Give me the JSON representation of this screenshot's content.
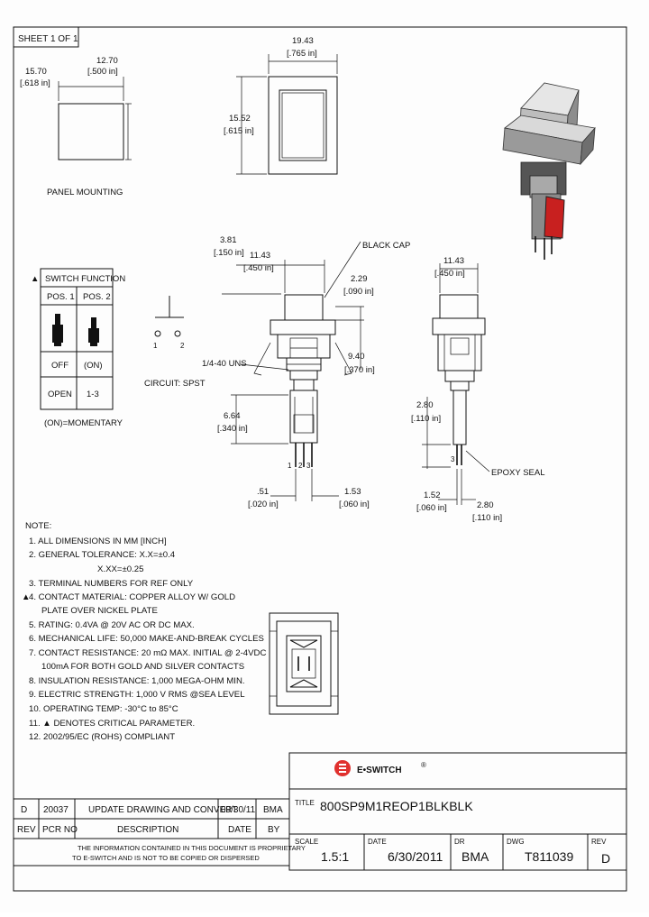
{
  "sheet_label": "SHEET 1 OF 1",
  "panel": {
    "dims": {
      "width_mm": "15.70",
      "width_in": "[.618 in]",
      "height_mm": "12.70",
      "height_in": "[.500 in]"
    },
    "label": "PANEL MOUNTING"
  },
  "top_view": {
    "width_mm": "19.43",
    "width_in": "[.765 in]",
    "height_mm": "15.52",
    "height_in": "[.615 in]"
  },
  "front_view": {
    "d1_mm": "3.81",
    "d1_in": "[.150 in]",
    "d2_mm": "11.43",
    "d2_in": "[.450 in]",
    "d3_mm": "2.29",
    "d3_in": "[.090 in]",
    "d4_mm": "9.40",
    "d4_in": "[.370 in]",
    "d5_mm": "6.64",
    "d5_in": "[.340 in]",
    "d6_mm": ".51",
    "d6_in": "[.020 in]",
    "d7_mm": "1.53",
    "d7_in": "[.060 in]",
    "black_cap": "BLACK CAP",
    "thread": "1/4-40 UNS",
    "terminals": [
      "1",
      "2",
      "3"
    ]
  },
  "side_view": {
    "d1_mm": "11.43",
    "d1_in": "[.450 in]",
    "d2_mm": "2.80",
    "d2_in": "[.110 in]",
    "d3_mm": "1.52",
    "d3_in": "[.060 in]",
    "d4_mm": "2.80",
    "d4_in": "[.110 in]",
    "epoxy": "EPOXY SEAL",
    "terminal": "3"
  },
  "switch_function": {
    "marker": "▲",
    "title": "SWITCH FUNCTION",
    "headers": [
      "POS. 1",
      "POS. 2"
    ],
    "row_state": [
      "OFF",
      "(ON)"
    ],
    "row_contacts": [
      "OPEN",
      "1-3"
    ],
    "footnote": "(ON)=MOMENTARY"
  },
  "circuit": {
    "label": "CIRCUIT: SPST",
    "t1": "1",
    "t2": "2"
  },
  "notes": {
    "title": "NOTE:",
    "items": [
      "1. ALL DIMENSIONS IN MM [INCH]",
      "2. GENERAL TOLERANCE: X.X=±0.4",
      "X.XX=±0.25",
      "3. TERMINAL NUMBERS FOR REF ONLY",
      "4. CONTACT MATERIAL: COPPER ALLOY W/ GOLD",
      "PLATE OVER NICKEL PLATE",
      "5. RATING: 0.4VA @ 20V AC OR DC MAX.",
      "6. MECHANICAL LIFE: 50,000 MAKE-AND-BREAK CYCLES",
      "7. CONTACT RESISTANCE: 20 mΩ MAX. INITIAL @ 2-4VDC",
      "100mA FOR BOTH GOLD AND SILVER CONTACTS",
      "8. INSULATION RESISTANCE: 1,000 MEGA-OHM MIN.",
      "9. ELECTRIC STRENGTH: 1,000 V RMS @SEA LEVEL",
      "10. OPERATING TEMP: -30°C to 85°C",
      "11. ▲ DENOTES CRITICAL PARAMETER.",
      "12. 2002/95/EC (ROHS) COMPLIANT"
    ],
    "critical_marker": "▲"
  },
  "revision": {
    "rev": "D",
    "pcr": "20037",
    "description": "UPDATE DRAWING AND CONVERT",
    "date": "09/30/11",
    "by": "BMA",
    "headers": [
      "REV",
      "PCR NO",
      "DESCRIPTION",
      "DATE",
      "BY"
    ]
  },
  "proprietary": [
    "THE INFORMATION CONTAINED IN THIS DOCUMENT IS PROPRIETARY",
    "TO E-SWITCH AND IS NOT TO BE COPIED OR DISPERSED"
  ],
  "logo": {
    "text": "E•SWITCH",
    "reg": "®",
    "color": "#e0312e"
  },
  "title_block": {
    "title_label": "TITLE",
    "title": "800SP9M1REOP1BLKBLK",
    "scale_label": "SCALE",
    "scale": "1.5:1",
    "date_label": "DATE",
    "date": "6/30/2011",
    "dr_label": "DR",
    "dr": "BMA",
    "dwg_label": "DWG",
    "dwg": "T811039",
    "rev_label": "REV",
    "rev": "D"
  },
  "accent_terminal": "#c8201f"
}
